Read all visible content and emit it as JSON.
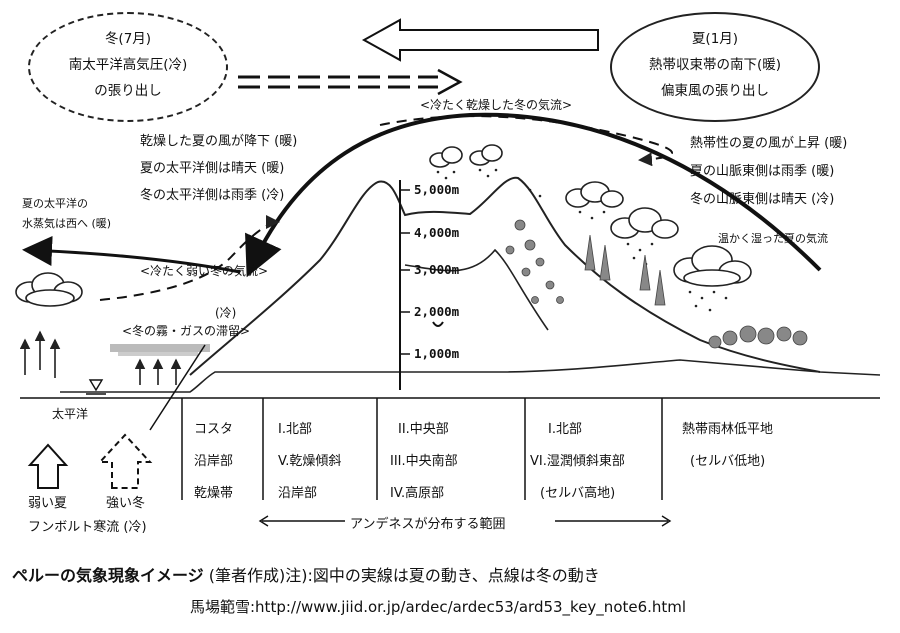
{
  "winter": {
    "title": "冬(7月)",
    "line1": "南太平洋高気圧(冷)",
    "line2": "の張り出し"
  },
  "summer": {
    "title": "夏(1月)",
    "line1": "熱帯収束帯の南下(暖)",
    "line2": "偏東風の張り出し"
  },
  "labels": {
    "cold_dry_winter_flow": "<冷たく乾燥した冬の気流>",
    "dry_summer_wind": "乾燥した夏の風が降下 (暖)",
    "summer_pacific_clear": "夏の太平洋側は晴天 (暖)",
    "winter_pacific_rainy": "冬の太平洋側は雨季 (冷)",
    "vapor_line1": "夏の太平洋の",
    "vapor_line2": "水蒸気は西へ (暖)",
    "cold_weak_winter_flow": "<冷たく弱い冬の気流>",
    "fog_cold": "(冷)",
    "fog_gas": "<冬の霧・ガスの滞留>",
    "tropical_summer_wind": "熱帯性の夏の風が上昇 (暖)",
    "summer_mountain_rainy": "夏の山脈東側は雨季 (暖)",
    "winter_mountain_clear": "冬の山脈東側は晴天 (冷)",
    "warm_humid_summer_flow": "温かく湿った夏の気流",
    "pacific": "太平洋",
    "weak_summer": "弱い夏",
    "strong_winter": "強い冬",
    "humboldt": "フンボルト寒流 (冷)"
  },
  "altitudes": [
    "5,000m",
    "4,000m",
    "3,000m",
    "2,000m",
    "1,000m"
  ],
  "regions": {
    "costa": [
      "コスタ",
      "沿岸部",
      "乾燥帯"
    ],
    "col2": [
      "I.北部",
      "V.乾燥傾斜",
      "沿岸部"
    ],
    "col3": [
      "II.中央部",
      "III.中央南部",
      "IV.高原部"
    ],
    "col4": [
      "I.北部",
      "VI.湿潤傾斜東部",
      "(セルバ高地)"
    ],
    "col5": [
      "熱帯雨林低平地",
      "(セルバ低地)"
    ]
  },
  "andes_range": "アンデネスが分布する範囲",
  "caption": {
    "title": "ペルーの気象現象イメージ",
    "rest": "(筆者作成)注):図中の実線は夏の動き、点線は冬の動き",
    "source": "馬場範雪:http://www.jiid.or.jp/ardec/ardec53/ard53_key_note6.html"
  }
}
